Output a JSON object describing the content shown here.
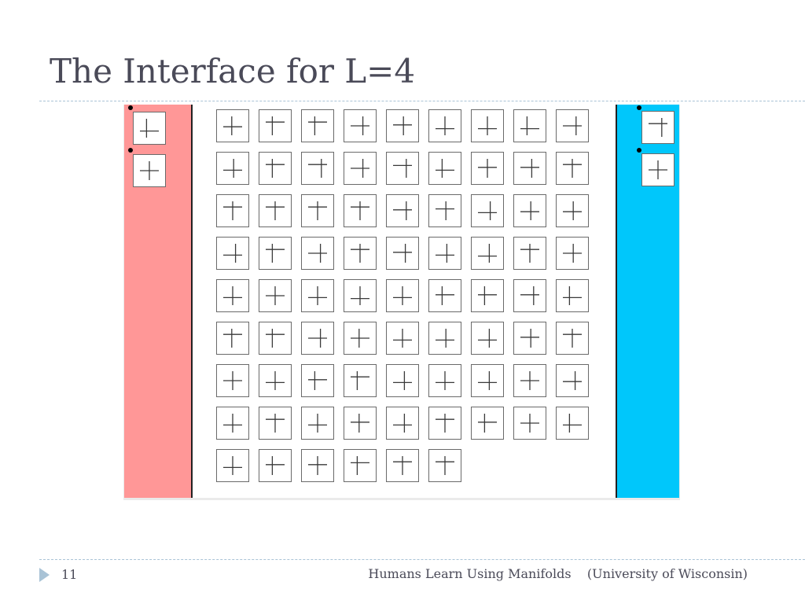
{
  "slide": {
    "title": "The Interface for L=4",
    "page_number": "11",
    "footer": "Humans Learn Using Manifolds    (University of Wisconsin)"
  },
  "colors": {
    "left_bin": "#ff9797",
    "right_bin": "#00c7fb",
    "accent": "#a9c3d6",
    "text": "#4a4a58"
  },
  "left_bin": {
    "tiles": [
      {
        "v": 0.35,
        "h": 0.65
      },
      {
        "v": 0.5,
        "h": 0.5
      }
    ]
  },
  "right_bin": {
    "tiles": [
      {
        "v": 0.7,
        "h": 0.3
      },
      {
        "v": 0.5,
        "h": 0.5
      }
    ]
  },
  "pool": {
    "columns": 9,
    "tiles": [
      {
        "v": 0.45,
        "h": 0.55
      },
      {
        "v": 0.35,
        "h": 0.3
      },
      {
        "v": 0.35,
        "h": 0.3
      },
      {
        "v": 0.65,
        "h": 0.5
      },
      {
        "v": 0.55,
        "h": 0.45
      },
      {
        "v": 0.5,
        "h": 0.65
      },
      {
        "v": 0.5,
        "h": 0.65
      },
      {
        "v": 0.35,
        "h": 0.65
      },
      {
        "v": 0.7,
        "h": 0.5
      },
      {
        "v": 0.55,
        "h": 0.6
      },
      {
        "v": 0.35,
        "h": 0.3
      },
      {
        "v": 0.7,
        "h": 0.3
      },
      {
        "v": 0.65,
        "h": 0.5
      },
      {
        "v": 0.7,
        "h": 0.35
      },
      {
        "v": 0.35,
        "h": 0.6
      },
      {
        "v": 0.5,
        "h": 0.45
      },
      {
        "v": 0.6,
        "h": 0.45
      },
      {
        "v": 0.5,
        "h": 0.3
      },
      {
        "v": 0.5,
        "h": 0.3
      },
      {
        "v": 0.5,
        "h": 0.3
      },
      {
        "v": 0.5,
        "h": 0.3
      },
      {
        "v": 0.5,
        "h": 0.3
      },
      {
        "v": 0.7,
        "h": 0.45
      },
      {
        "v": 0.55,
        "h": 0.4
      },
      {
        "v": 0.65,
        "h": 0.6
      },
      {
        "v": 0.55,
        "h": 0.55
      },
      {
        "v": 0.55,
        "h": 0.55
      },
      {
        "v": 0.65,
        "h": 0.6
      },
      {
        "v": 0.35,
        "h": 0.3
      },
      {
        "v": 0.65,
        "h": 0.5
      },
      {
        "v": 0.5,
        "h": 0.3
      },
      {
        "v": 0.65,
        "h": 0.45
      },
      {
        "v": 0.6,
        "h": 0.6
      },
      {
        "v": 0.6,
        "h": 0.65
      },
      {
        "v": 0.5,
        "h": 0.3
      },
      {
        "v": 0.55,
        "h": 0.5
      },
      {
        "v": 0.5,
        "h": 0.6
      },
      {
        "v": 0.5,
        "h": 0.5
      },
      {
        "v": 0.5,
        "h": 0.6
      },
      {
        "v": 0.5,
        "h": 0.65
      },
      {
        "v": 0.5,
        "h": 0.6
      },
      {
        "v": 0.35,
        "h": 0.45
      },
      {
        "v": 0.35,
        "h": 0.45
      },
      {
        "v": 0.7,
        "h": 0.45
      },
      {
        "v": 0.35,
        "h": 0.6
      },
      {
        "v": 0.45,
        "h": 0.3
      },
      {
        "v": 0.35,
        "h": 0.3
      },
      {
        "v": 0.65,
        "h": 0.5
      },
      {
        "v": 0.45,
        "h": 0.5
      },
      {
        "v": 0.5,
        "h": 0.6
      },
      {
        "v": 0.55,
        "h": 0.6
      },
      {
        "v": 0.6,
        "h": 0.6
      },
      {
        "v": 0.55,
        "h": 0.45
      },
      {
        "v": 0.5,
        "h": 0.3
      },
      {
        "v": 0.5,
        "h": 0.5
      },
      {
        "v": 0.5,
        "h": 0.6
      },
      {
        "v": 0.35,
        "h": 0.45
      },
      {
        "v": 0.35,
        "h": 0.3
      },
      {
        "v": 0.6,
        "h": 0.6
      },
      {
        "v": 0.5,
        "h": 0.6
      },
      {
        "v": 0.6,
        "h": 0.6
      },
      {
        "v": 0.5,
        "h": 0.5
      },
      {
        "v": 0.65,
        "h": 0.55
      },
      {
        "v": 0.5,
        "h": 0.6
      },
      {
        "v": 0.5,
        "h": 0.3
      },
      {
        "v": 0.5,
        "h": 0.6
      },
      {
        "v": 0.45,
        "h": 0.45
      },
      {
        "v": 0.6,
        "h": 0.6
      },
      {
        "v": 0.5,
        "h": 0.3
      },
      {
        "v": 0.35,
        "h": 0.45
      },
      {
        "v": 0.5,
        "h": 0.5
      },
      {
        "v": 0.35,
        "h": 0.6
      },
      {
        "v": 0.5,
        "h": 0.6
      },
      {
        "v": 0.35,
        "h": 0.45
      },
      {
        "v": 0.5,
        "h": 0.45
      },
      {
        "v": 0.35,
        "h": 0.35
      },
      {
        "v": 0.5,
        "h": 0.3
      },
      {
        "v": 0.5,
        "h": 0.3
      }
    ]
  }
}
